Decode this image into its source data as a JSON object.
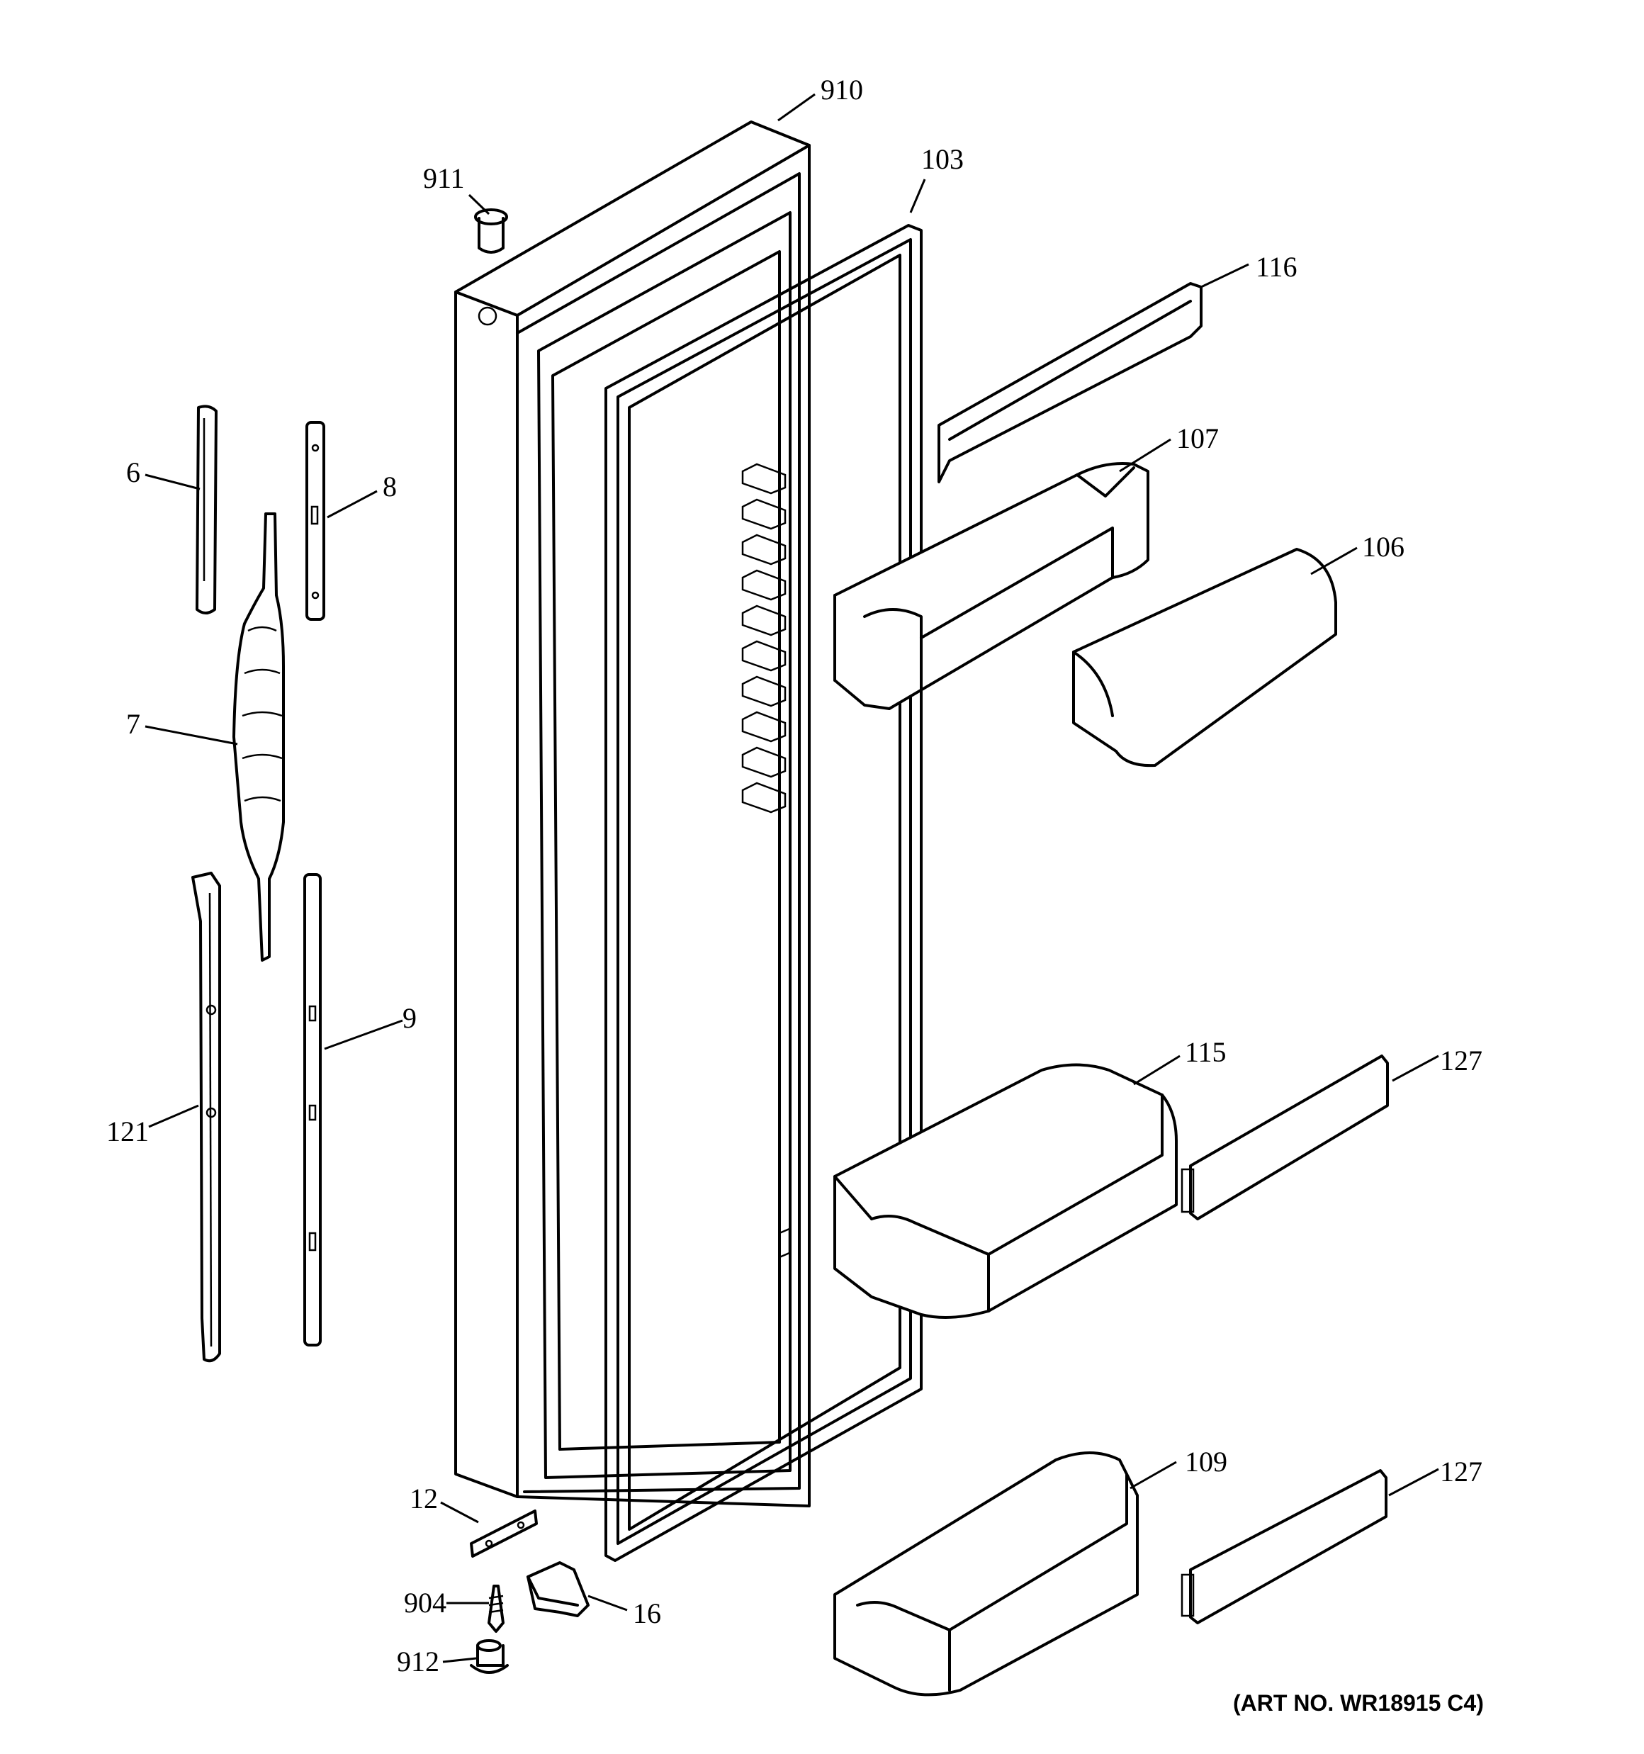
{
  "callouts": {
    "c910": "910",
    "c911": "911",
    "c103": "103",
    "c116": "116",
    "c107": "107",
    "c106": "106",
    "c6": "6",
    "c8": "8",
    "c7": "7",
    "c9": "9",
    "c121": "121",
    "c115": "115",
    "c127a": "127",
    "c109": "109",
    "c127b": "127",
    "c12": "12",
    "c904": "904",
    "c16": "16",
    "c912": "912"
  },
  "art_number": "(ART NO. WR18915 C4)"
}
